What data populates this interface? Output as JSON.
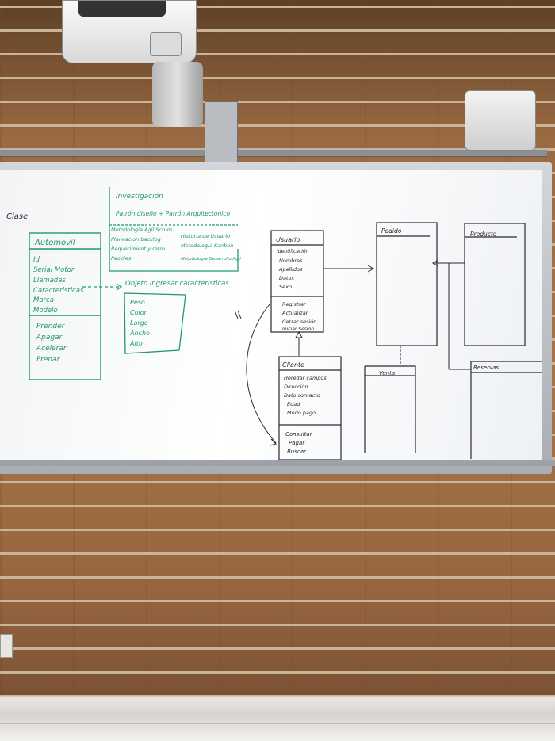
{
  "board": {
    "clase_label": "Clase",
    "automovil": {
      "title": "Automovil",
      "attributes": [
        "Id",
        "Serial Motor",
        "Llamadas",
        "Caracteristicas",
        "Marca",
        "Modelo"
      ],
      "methods": [
        "Prender",
        "Apagar",
        "Acelerar",
        "Frenar"
      ]
    },
    "investigacion": {
      "title": "Investigación",
      "subtitle": "Patrón diseño + Patrón Arquitectonico",
      "items_left": [
        "Metodologia Agil Scrum",
        "Planeacion backlog",
        "Requerimient y retro",
        "Peoples"
      ],
      "items_right": [
        "Historia de Usuario",
        "Metodologia Kanban",
        "Metodologia Desarrollo Agil"
      ]
    },
    "objeto_note": "Objeto ingresar caracteristicas",
    "objeto_values": [
      "Peso",
      "Color",
      "Largo",
      "Ancho",
      "Alto"
    ],
    "usuario": {
      "title": "Usuario",
      "attributes": [
        "Identificación",
        "Nombres",
        "Apellidos",
        "Datos",
        "Sexo"
      ],
      "methods": [
        "Registrar",
        "Actualizar",
        "Cerrar sesión",
        "Iniciar Sesión"
      ]
    },
    "cliente": {
      "title": "Cliente",
      "attributes": [
        "Heredar campos",
        "Dirección",
        "Dato contacto",
        "Edad",
        "Modo pago"
      ],
      "methods": [
        "Consultar",
        "Pagar",
        "Buscar"
      ]
    },
    "pedido_title": "Pedido",
    "producto_title": "Producto",
    "venta_title": "Venta",
    "reservas_title": "Reservas"
  },
  "colors": {
    "green_marker": "#1f9a6b",
    "black_marker": "#2a2a2e",
    "brick": "#9a6a42",
    "board": "#f4f6f8"
  }
}
